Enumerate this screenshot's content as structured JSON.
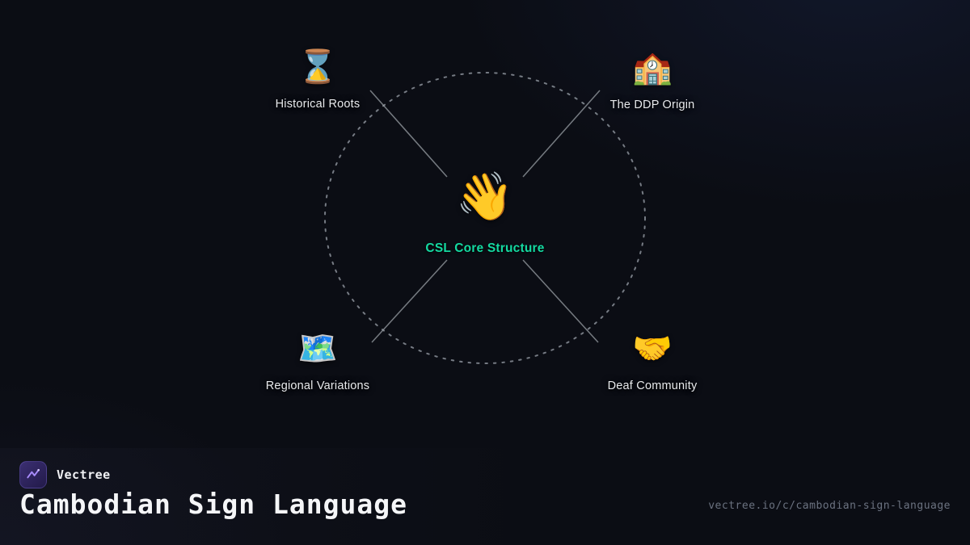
{
  "diagram": {
    "center": {
      "emoji": "👋",
      "label": "CSL Core Structure"
    },
    "nodes": [
      {
        "emoji": "⌛",
        "label": "Historical Roots"
      },
      {
        "emoji": "🏫",
        "label": "The DDP Origin"
      },
      {
        "emoji": "🗺️",
        "label": "Regional Variations"
      },
      {
        "emoji": "🤝",
        "label": "Deaf Community"
      }
    ]
  },
  "footer": {
    "brand": "Vectree",
    "title": "Cambodian Sign Language",
    "url": "vectree.io/c/cambodian-sign-language"
  },
  "colors": {
    "accent": "#14d9a1",
    "background": "#0b0d14",
    "label": "#e8eaed",
    "muted": "#6b7280",
    "logo_purple": "#a78bfa"
  }
}
